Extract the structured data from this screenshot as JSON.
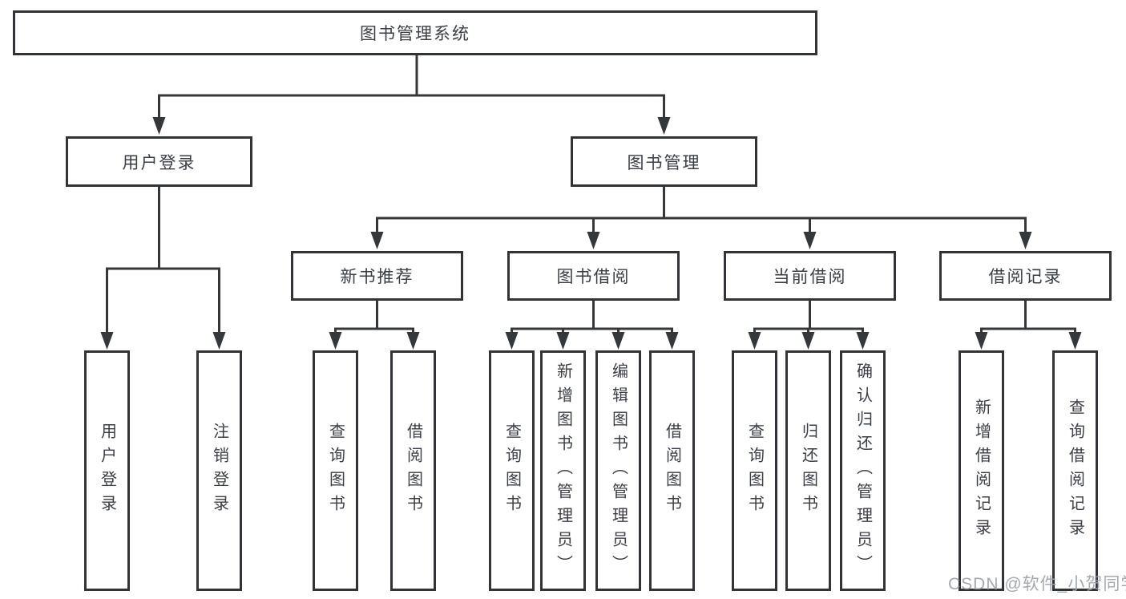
{
  "tree": {
    "label": "图书管理系统",
    "children": [
      {
        "label": "用户登录",
        "children": [
          {
            "label": "用户登录"
          },
          {
            "label": "注销登录"
          }
        ]
      },
      {
        "label": "图书管理",
        "children": [
          {
            "label": "新书推荐",
            "children": [
              {
                "label": "查询图书"
              },
              {
                "label": "借阅图书"
              }
            ]
          },
          {
            "label": "图书借阅",
            "children": [
              {
                "label": "查询图书"
              },
              {
                "label": "新增图书（管理员）"
              },
              {
                "label": "编辑图书（管理员）"
              },
              {
                "label": "借阅图书"
              }
            ]
          },
          {
            "label": "当前借阅",
            "children": [
              {
                "label": "查询图书"
              },
              {
                "label": "归还图书"
              },
              {
                "label": "确认归还（管理员）"
              }
            ]
          },
          {
            "label": "借阅记录",
            "children": [
              {
                "label": "新增借阅记录"
              },
              {
                "label": "查询借阅记录"
              }
            ]
          }
        ]
      }
    ]
  },
  "watermark": {
    "text": "CSDN @软件_小贺同学"
  },
  "colors": {
    "line": "#35383b",
    "box_border": "#303338",
    "text": "#3a3e45",
    "watermark": "#9ea4ab",
    "background": "#ffffff"
  }
}
